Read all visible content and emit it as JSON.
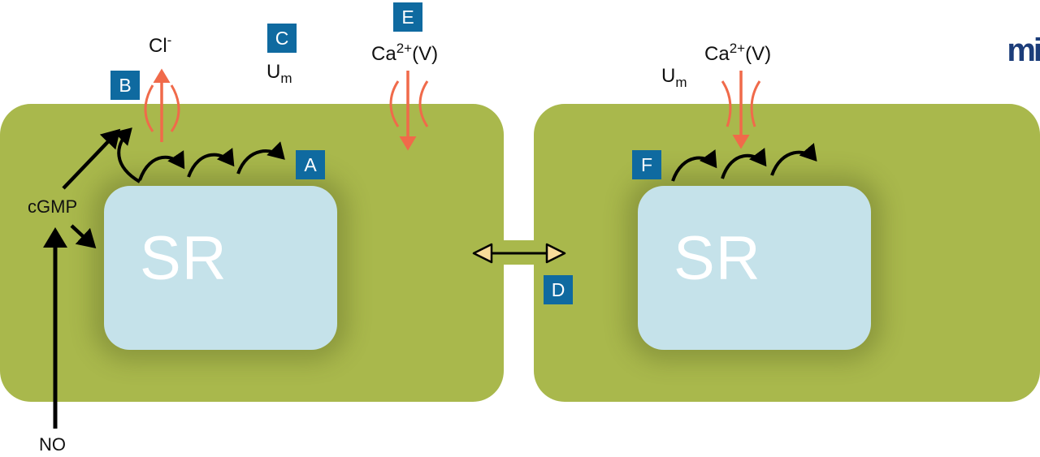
{
  "diagram": {
    "cells": [
      {
        "id": "left-cell",
        "organelle_label": "SR"
      },
      {
        "id": "right-cell",
        "organelle_label": "SR"
      }
    ],
    "badges": [
      "A",
      "B",
      "C",
      "D",
      "E",
      "F"
    ],
    "labels": {
      "chloride": {
        "base": "Cl",
        "sup": "-"
      },
      "membrane_potential_left": {
        "base": "U",
        "sub": "m"
      },
      "membrane_potential_right": {
        "base": "U",
        "sub": "m"
      },
      "calcium_left": {
        "base": "Ca",
        "sup": "2+",
        "suffix": "(V)"
      },
      "calcium_right": {
        "base": "Ca",
        "sup": "2+",
        "suffix": "(V)"
      },
      "cgmp": "cGMP",
      "no": "NO"
    },
    "logo": "mi",
    "colors": {
      "cell": "#a9b84c",
      "sr": "#c5e2ea",
      "badge": "#0f6aa0",
      "ion_arrow": "#f06a4a",
      "gap_arrow_fill": "#f7dc9a",
      "logo": "#1c3d7a"
    }
  }
}
